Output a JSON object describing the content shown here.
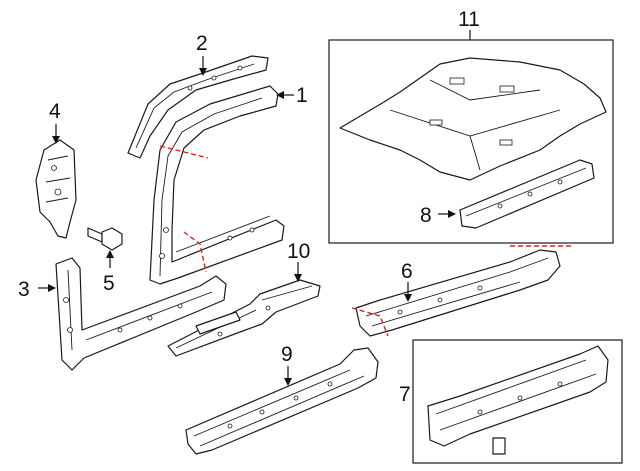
{
  "callouts": {
    "c1": "1",
    "c2": "2",
    "c3": "3",
    "c4": "4",
    "c5": "5",
    "c6": "6",
    "c7": "7",
    "c8": "8",
    "c9": "9",
    "c10": "10",
    "c11": "11"
  },
  "colors": {
    "line": "#1a1a1a",
    "cut_line": "#e0201e",
    "background": "#ffffff"
  }
}
